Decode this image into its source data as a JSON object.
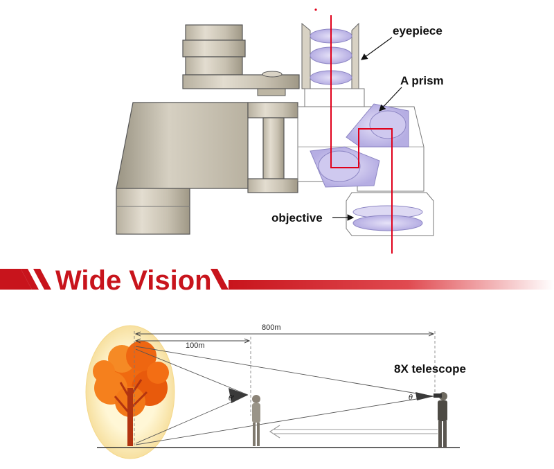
{
  "binocular_diagram": {
    "labels": {
      "eyepiece": "eyepiece",
      "prism": "A prism",
      "objective": "objective"
    },
    "colors": {
      "body": "#cdc7b8",
      "body_dark": "#a69f8c",
      "lens": "#c9c3ec",
      "light_ray": "#e0001a"
    }
  },
  "banner": {
    "title": "Wide  Vision",
    "accent_color": "#c8141c"
  },
  "vision_diagram": {
    "distance_far": "800m",
    "distance_near": "100m",
    "angle_near": "θ'",
    "angle_far": "θ",
    "telescope_label": "8X telescope",
    "colors": {
      "tree": "#f06a10",
      "trunk": "#b23410",
      "glow": "#fbe9b0"
    }
  }
}
